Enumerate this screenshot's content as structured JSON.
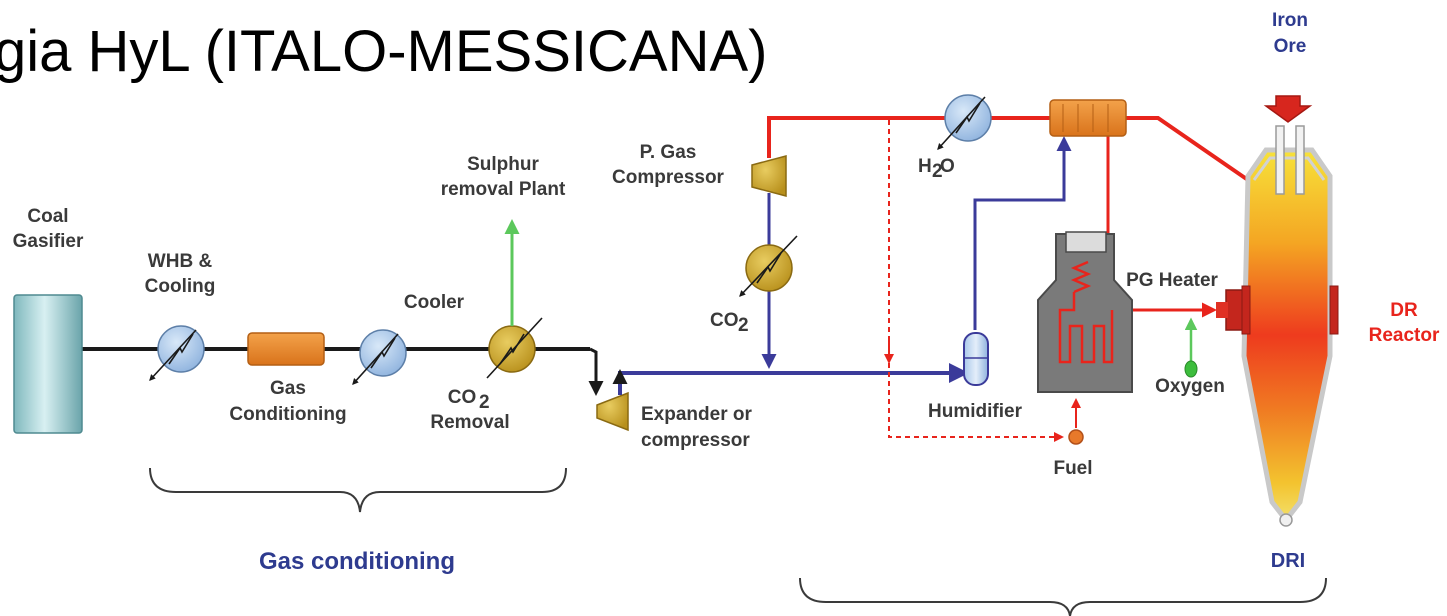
{
  "title": "gia HyL (ITALO-MESSICANA)",
  "labels": {
    "coal_gasifier_1": "Coal",
    "coal_gasifier_2": "Gasifier",
    "whb_1": "WHB &",
    "whb_2": "Cooling",
    "gas_cond_1": "Gas",
    "gas_cond_2": "Conditioning",
    "cooler": "Cooler",
    "co2_removal_1": "CO",
    "co2_removal_2": "Removal",
    "sulphur_1": "Sulphur",
    "sulphur_2": "removal Plant",
    "expander_1": "Expander or",
    "expander_2": "compressor",
    "pgas_comp_1": "P. Gas",
    "pgas_comp_2": "Compressor",
    "co2_comp": "CO",
    "h2o": "H",
    "h2o_o": "O",
    "humidifier": "Humidifier",
    "fuel": "Fuel",
    "pg_heater": "PG Heater",
    "oxygen": "Oxygen",
    "iron_ore_1": "Iron",
    "iron_ore_2": "Ore",
    "dr_reactor_1": "DR",
    "dr_reactor_2": "Reactor",
    "dri": "DRI",
    "subscript_2": "2",
    "group_gas_conditioning": "Gas conditioning"
  },
  "colors": {
    "black_line": "#1a1a1a",
    "blue_line": "#3b3b9a",
    "red_line": "#e8241c",
    "green_line": "#5cc85c",
    "heat_exchanger_blue": "#9fc1e6",
    "heat_exchanger_gold": "#c9a227",
    "gas_conditioning_orange": "#e8892a",
    "group_label_blue": "#2e3b8f",
    "dr_label_red": "#e8241c"
  }
}
